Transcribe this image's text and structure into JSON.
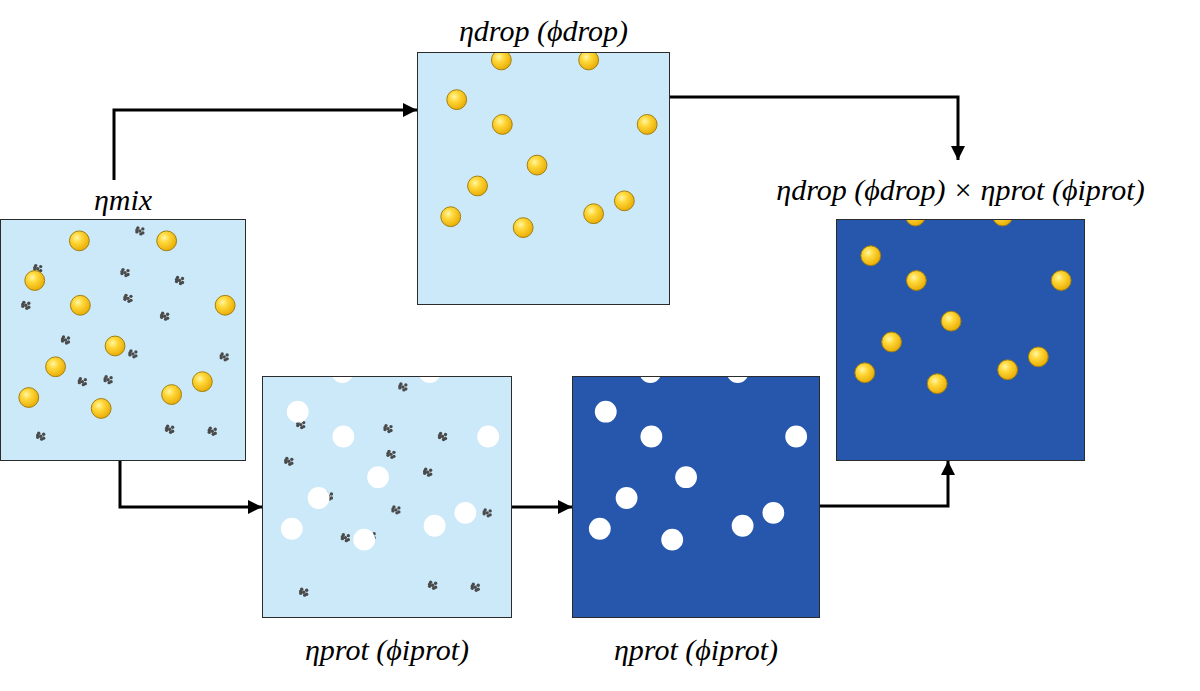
{
  "diagram": {
    "nodes": [
      {
        "text": [
          "ηmix"
        ]
      },
      {
        "text": [
          "ηdrop (ϕdrop)"
        ]
      },
      {
        "text": [
          "ηprot (ϕiprot)"
        ]
      },
      {
        "text": [
          "ηprot (ϕiprot)"
        ]
      },
      {
        "text": [
          "ηdrop (ϕdrop) × ηprot (ϕiprot)"
        ]
      }
    ],
    "edges": [
      {
        "from": 0,
        "to": 1,
        "arrow": "to"
      },
      {
        "from": 0,
        "to": 2,
        "arrow": "to"
      },
      {
        "from": 2,
        "to": 3,
        "arrow": "to"
      },
      {
        "from": 3,
        "to": 4,
        "arrow": "to"
      },
      {
        "from": 1,
        "to": 4,
        "arrow": "to"
      }
    ]
  }
}
